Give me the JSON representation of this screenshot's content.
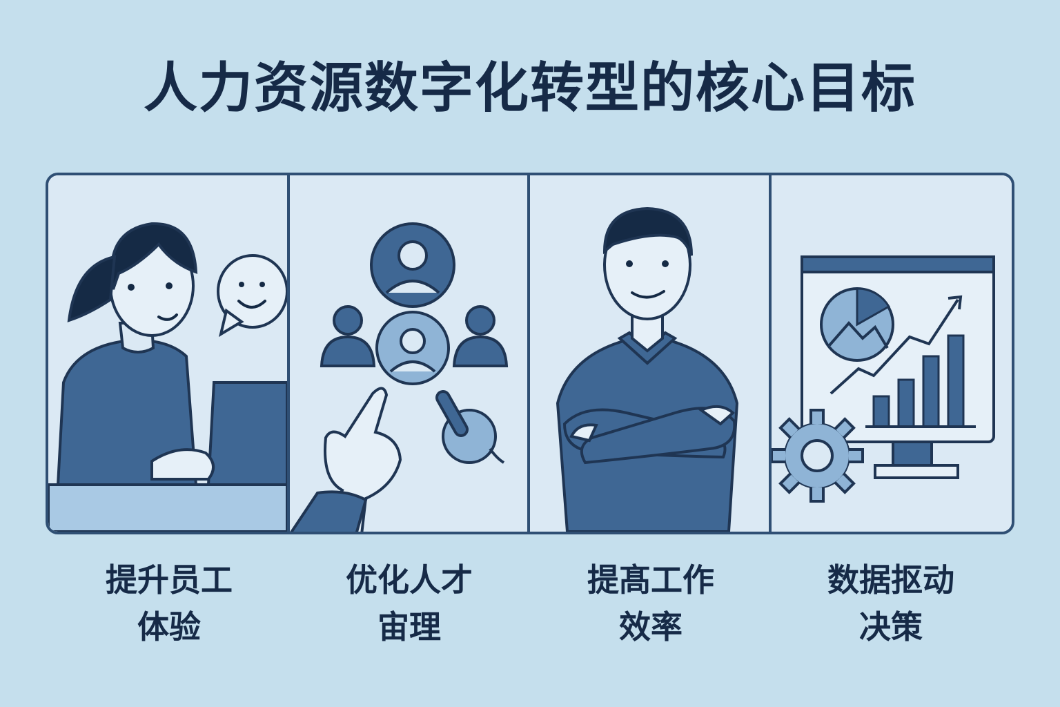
{
  "title": "人力资源数字化转型的核心目标",
  "colors": {
    "background": "#c5dfed",
    "panel_background": "#dbe9f4",
    "primary_blue": "#3f6794",
    "dark_outline": "#1f3553",
    "light_blue": "#8fb4d6",
    "title_color": "#162a47"
  },
  "panels": [
    {
      "caption_line1": "提升员工",
      "caption_line2": "体验",
      "illustration": "woman-laptop-smile-icon"
    },
    {
      "caption_line1": "优化人才",
      "caption_line2": "宙理",
      "illustration": "talent-selection-network-icon"
    },
    {
      "caption_line1": "提髙工作",
      "caption_line2": "效率",
      "illustration": "confident-man-arms-crossed-icon"
    },
    {
      "caption_line1": "数据抠动",
      "caption_line2": "决策",
      "illustration": "data-chart-monitor-gear-icon"
    }
  ]
}
